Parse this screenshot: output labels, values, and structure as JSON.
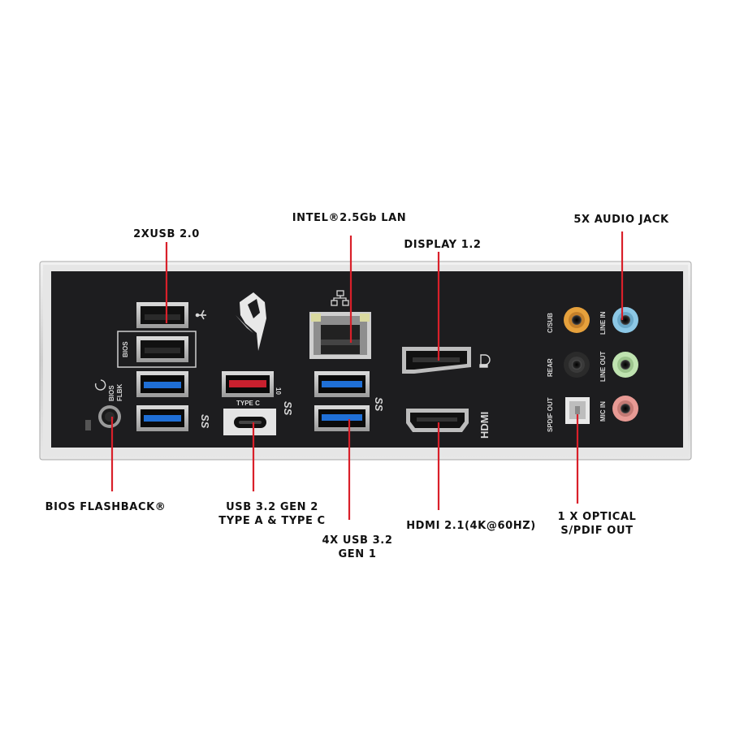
{
  "callouts": {
    "usb20": "2XUSB 2.0",
    "lan": "INTEL®2.5Gb LAN",
    "display": "DISPLAY 1.2",
    "audio": "5X AUDIO JACK",
    "flashback": "BIOS FLASHBACK®",
    "usb32g2_line1": "USB 3.2 GEN 2",
    "usb32g2_line2": "TYPE A & TYPE C",
    "usb32g1_line1": "4X USB 3.2",
    "usb32g1_line2": "GEN 1",
    "hdmi": "HDMI 2.1(4K@60HZ)",
    "optical_line1": "1 X OPTICAL",
    "optical_line2": "S/PDIF OUT"
  },
  "panel_labels": {
    "bios": "BIOS",
    "bios_flbk_1": "BIOS",
    "bios_flbk_2": "FLBK",
    "type_c": "TYPE C",
    "hdmi": "HDMI",
    "csub": "C/SUB",
    "rear": "REAR",
    "spdif_out": "SPDIF OUT",
    "line_in": "LINE IN",
    "line_out": "LINE OUT",
    "mic_in": "MIC IN",
    "ss": "SS",
    "ss10": "10"
  },
  "colors": {
    "leader": "#d9202a",
    "panel": "#1d1d1f",
    "usb3_blue": "#1f6fd6",
    "usb32g2_red": "#c8202e",
    "jack_orange": "#e6a13c",
    "jack_blue": "#8cc8e6",
    "jack_green": "#bfe3b0",
    "jack_pink": "#e89a94"
  }
}
